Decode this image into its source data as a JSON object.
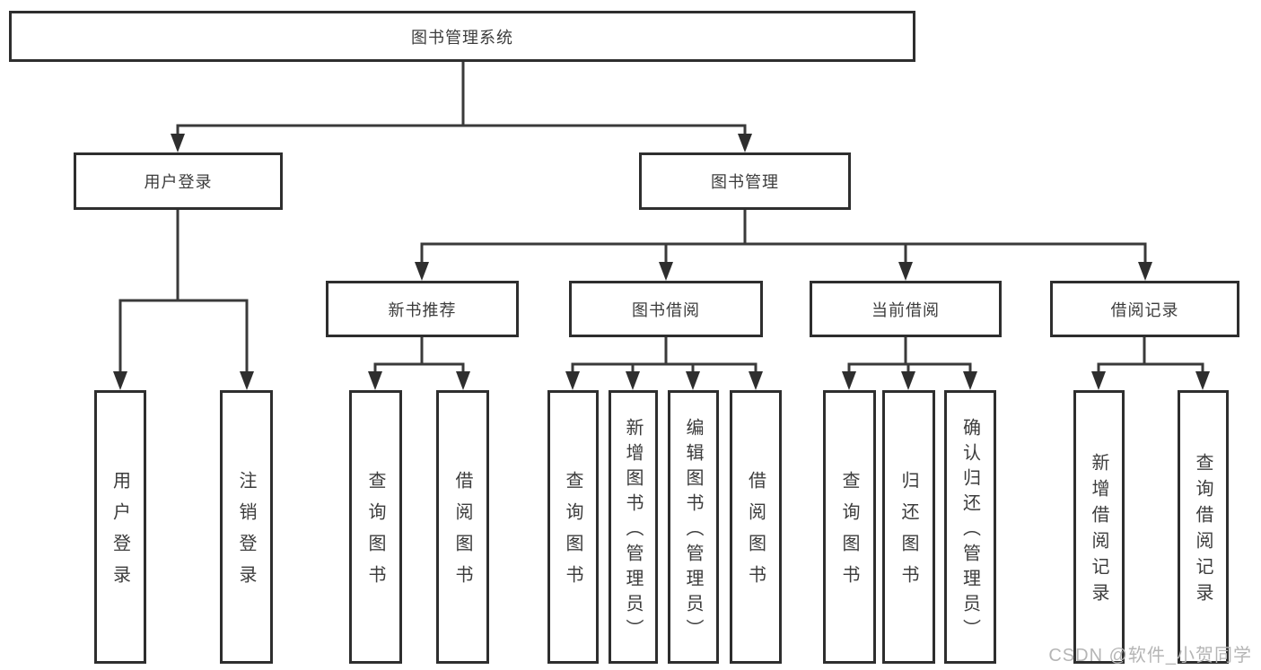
{
  "colors": {
    "line": "#3a3a3a",
    "border": "#2e2e2e",
    "text": "#3c3c3c",
    "background": "#ffffff",
    "watermark": "#b5b5b5"
  },
  "root": {
    "label": "图书管理系统"
  },
  "branches": [
    {
      "label": "用户登录",
      "children": [
        {
          "label": "用户登录"
        },
        {
          "label": "注销登录"
        }
      ]
    },
    {
      "label": "图书管理",
      "sections": [
        {
          "label": "新书推荐",
          "children": [
            {
              "label": "查询图书"
            },
            {
              "label": "借阅图书"
            }
          ]
        },
        {
          "label": "图书借阅",
          "children": [
            {
              "label": "查询图书"
            },
            {
              "label": "新增图书（管理员）"
            },
            {
              "label": "编辑图书（管理员）"
            },
            {
              "label": "借阅图书"
            }
          ]
        },
        {
          "label": "当前借阅",
          "children": [
            {
              "label": "查询图书"
            },
            {
              "label": "归还图书"
            },
            {
              "label": "确认归还（管理员）"
            }
          ]
        },
        {
          "label": "借阅记录",
          "children": [
            {
              "label": "新增借阅记录"
            },
            {
              "label": "查询借阅记录"
            }
          ]
        }
      ]
    }
  ],
  "watermark": "CSDN @软件_小贺同学"
}
